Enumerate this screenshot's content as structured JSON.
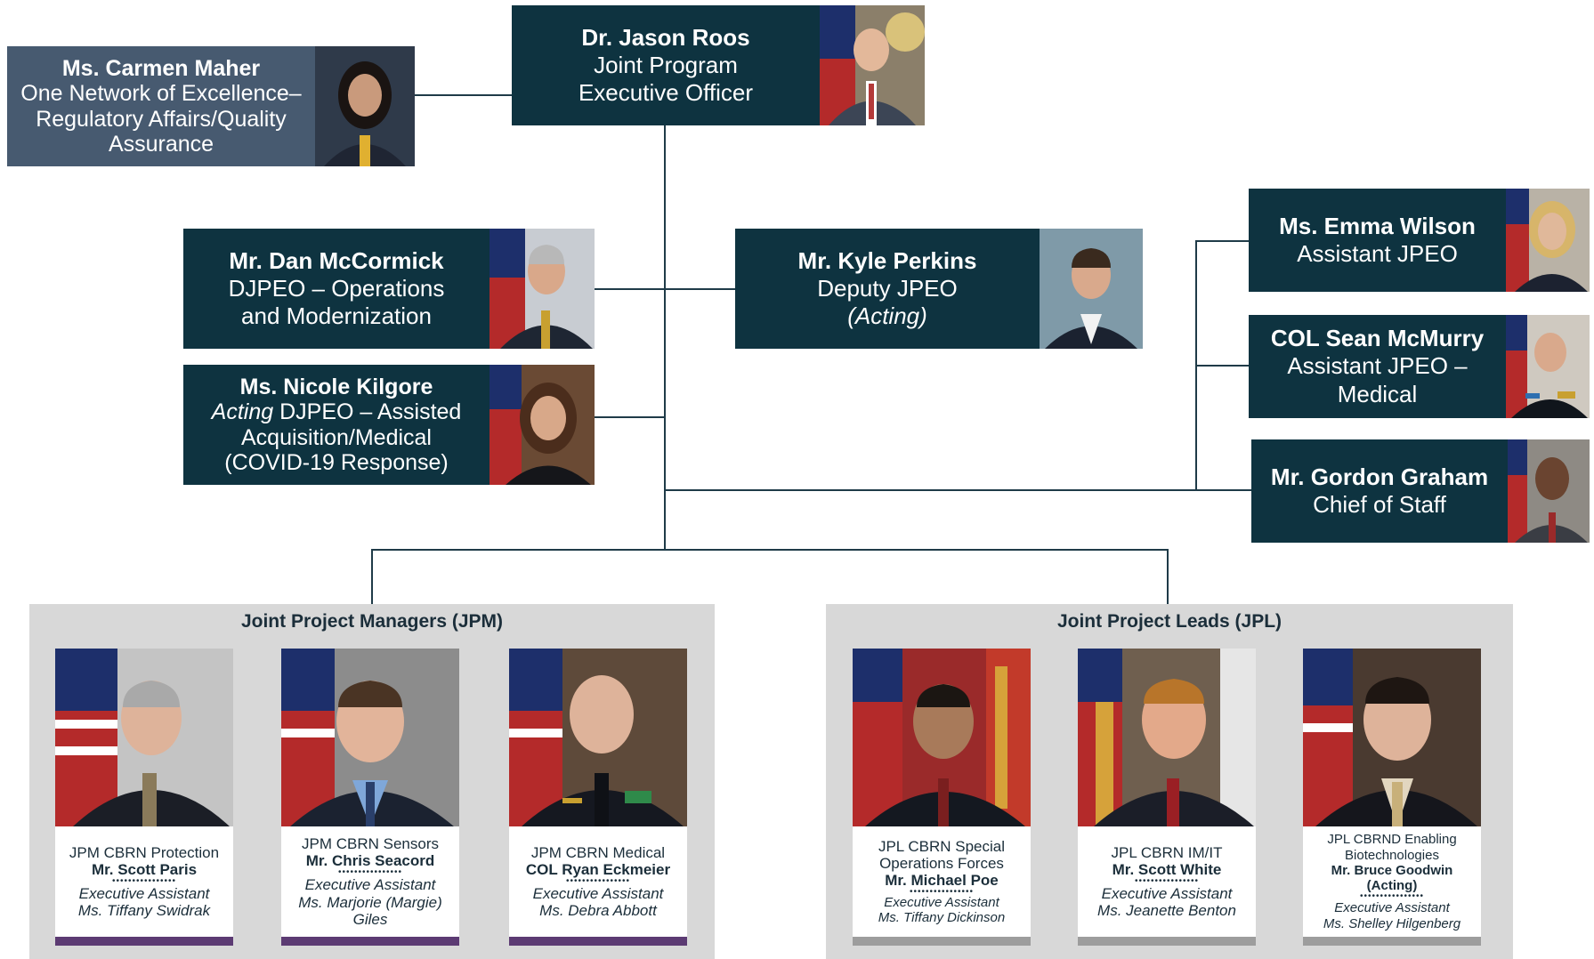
{
  "colors": {
    "box_dark": "#0e3340",
    "box_gray": "#475a70",
    "connector": "#1f3b48",
    "panel_bg": "#d8d8d8",
    "stripe_purple": "#5c3b73",
    "stripe_gray": "#9d9d9d"
  },
  "leadership": {
    "jpeo": {
      "name": "Dr. Jason Roos",
      "line1": "Joint Program",
      "line2": "Executive Officer"
    },
    "onoe": {
      "name": "Ms. Carmen Maher",
      "line1": "One Network of Excellence–",
      "line2": "Regulatory Affairs/Quality",
      "line3": "Assurance"
    },
    "ops": {
      "name": "Mr. Dan McCormick",
      "line1": "DJPEO – Operations",
      "line2": "and Modernization"
    },
    "assisted": {
      "name": "Ms. Nicole Kilgore",
      "acting": "Acting",
      "line1": " DJPEO – Assisted",
      "line2": "Acquisition/Medical",
      "line3": "(COVID-19 Response)"
    },
    "deputy": {
      "name": "Mr. Kyle Perkins",
      "line1": "Deputy JPEO",
      "line2": "(Acting)"
    },
    "assistant": {
      "name": "Ms. Emma Wilson",
      "line1": "Assistant JPEO"
    },
    "medical": {
      "name": "COL Sean McMurry",
      "line1": "Assistant JPEO –",
      "line2": "Medical"
    },
    "chief": {
      "name": "Mr. Gordon Graham",
      "line1": "Chief of Staff"
    }
  },
  "jpm": {
    "title": "Joint Project Managers (JPM)",
    "cards": [
      {
        "role": "JPM CBRN Protection",
        "name": "Mr. Scott Paris",
        "dots": "••••••••••••••••",
        "ea": "Executive Assistant",
        "assistant": "Ms. Tiffany Swidrak"
      },
      {
        "role": "JPM CBRN Sensors",
        "name": "Mr. Chris Seacord",
        "dots": "••••••••••••••••",
        "ea": "Executive Assistant",
        "assistant": "Ms. Marjorie (Margie) Giles"
      },
      {
        "role": "JPM CBRN Medical",
        "name": "COL Ryan Eckmeier",
        "dots": "••••••••••••••••",
        "ea": "Executive Assistant",
        "assistant": "Ms. Debra Abbott"
      }
    ]
  },
  "jpl": {
    "title": "Joint Project Leads (JPL)",
    "cards": [
      {
        "role": "JPL CBRN Special Operations Forces",
        "name": "Mr. Michael Poe",
        "dots": "••••••••••••••••",
        "ea": "Executive Assistant",
        "assistant": "Ms. Tiffany Dickinson"
      },
      {
        "role": "JPL CBRN IM/IT",
        "name": "Mr. Scott White",
        "dots": "••••••••••••••••",
        "ea": "Executive Assistant",
        "assistant": "Ms. Jeanette Benton"
      },
      {
        "role": "JPL CBRND Enabling Biotechnologies",
        "name": "Mr. Bruce Goodwin",
        "acting": "(Acting)",
        "dots": "••••••••••••••••",
        "ea": "Executive Assistant",
        "assistant": "Ms. Shelley Hilgenberg"
      }
    ]
  }
}
